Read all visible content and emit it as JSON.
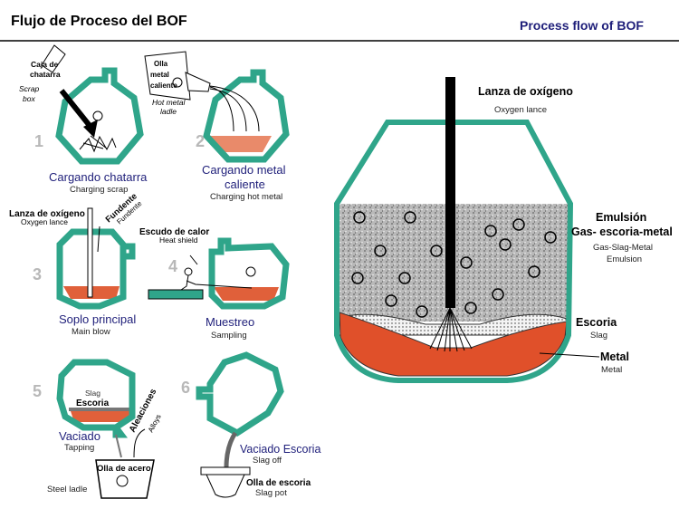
{
  "header": {
    "title_es": "Flujo de Proceso del BOF",
    "title_en": "Process flow of BOF",
    "accent_color": "#1f1f7a",
    "vessel_color": "#2fa58a",
    "metal_color": "#e0502a"
  },
  "steps": [
    {
      "number": "1",
      "title_es": "Cargando chatarra",
      "title_en": "Charging scrap",
      "labels": {
        "box_es_1": "Caja de",
        "box_es_2": "chatarra",
        "box_en_1": "Scrap",
        "box_en_2": "box"
      }
    },
    {
      "number": "2",
      "title_es_1": "Cargando metal",
      "title_es_2": "caliente",
      "title_en": "Charging hot metal",
      "labels": {
        "ladle_es_1": "Olla",
        "ladle_es_2": "metal",
        "ladle_es_3": "caliente",
        "ladle_en_1": "Hot metal",
        "ladle_en_2": "ladle"
      }
    },
    {
      "number": "3",
      "title_es": "Soplo principal",
      "title_en": "Main blow",
      "labels": {
        "lance_es": "Lanza de oxígeno",
        "lance_en": "Oxygen lance",
        "flux_es": "Fundente",
        "flux_en": "Fundente"
      }
    },
    {
      "number": "4",
      "title_es": "Muestreo",
      "title_en": "Sampling",
      "labels": {
        "shield_es": "Escudo de calor",
        "shield_en": "Heat shield"
      }
    },
    {
      "number": "5",
      "title_es": "Vaciado",
      "title_en": "Tapping",
      "labels": {
        "slag_en": "Slag",
        "slag_es": "Escoria",
        "alloys_es": "Aleaciones",
        "alloys_en": "Alloys",
        "ladle_es": "Olla de acero",
        "ladle_en": "Steel ladle"
      }
    },
    {
      "number": "6",
      "title_es": "Vaciado Escoria",
      "title_en": "Slag off",
      "labels": {
        "pot_es": "Olla de escoria",
        "pot_en": "Slag pot"
      }
    }
  ],
  "main_vessel": {
    "lance_es": "Lanza de oxígeno",
    "lance_en": "Oxygen lance",
    "emulsion_es_1": "Emulsión",
    "emulsion_es_2": "Gas- escoria-metal",
    "emulsion_en_1": "Gas-Slag-Metal",
    "emulsion_en_2": "Emulsion",
    "slag_es": "Escoria",
    "slag_en": "Slag",
    "metal_es": "Metal",
    "metal_en": "Metal"
  }
}
